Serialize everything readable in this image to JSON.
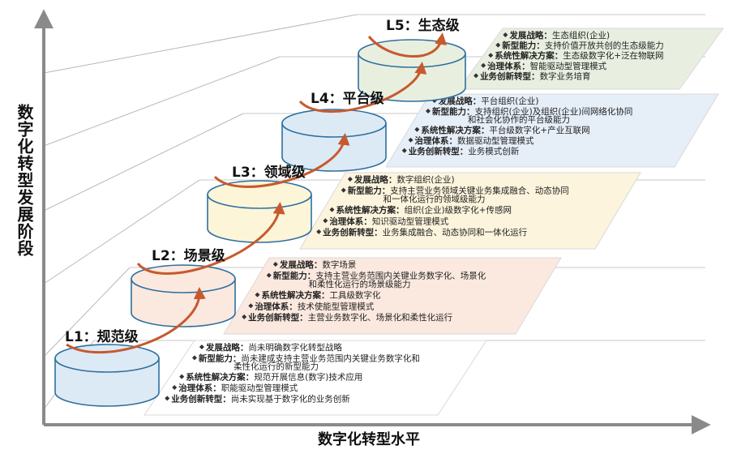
{
  "axes": {
    "y_title": "数字化转型发展阶段",
    "x_title": "数字化转型水平"
  },
  "levels": [
    {
      "title": "L1：规范级",
      "panel_color": "#ffffff",
      "disk_color": "#dceaf5",
      "items": [
        {
          "key": "发展战略：",
          "lines": [
            "尚未明确数字化转型战略"
          ]
        },
        {
          "key": "新型能力：",
          "lines": [
            "尚未建成支持主营业务范围内关键业务数字化和",
            "柔性化运行的新型能力"
          ]
        },
        {
          "key": "系统性解决方案：",
          "lines": [
            "规范开展信息(数字)技术应用"
          ]
        },
        {
          "key": "治理体系：",
          "lines": [
            "职能驱动型管理模式"
          ]
        },
        {
          "key": "业务创新转型：",
          "lines": [
            "尚未实现基于数字化的业务创新"
          ]
        }
      ]
    },
    {
      "title": "L2：场景级",
      "panel_color": "#fbe9df",
      "disk_color": "#fbe9df",
      "items": [
        {
          "key": "发展战略：",
          "lines": [
            "数字场景"
          ]
        },
        {
          "key": "新型能力：",
          "lines": [
            "支持主营业务范围内关键业务数字化、场景化",
            "和柔性化运行的场景级能力"
          ]
        },
        {
          "key": "系统性解决方案：",
          "lines": [
            "工具级数字化"
          ]
        },
        {
          "key": "治理体系：",
          "lines": [
            "技术使能型管理模式"
          ]
        },
        {
          "key": "业务创新转型：",
          "lines": [
            "主营业务数字化、场景化和柔性化运行"
          ]
        }
      ]
    },
    {
      "title": "L3：领域级",
      "panel_color": "#fcf4dc",
      "disk_color": "#fdf5d8",
      "items": [
        {
          "key": "发展战略：",
          "lines": [
            "数字组织(企业)"
          ]
        },
        {
          "key": "新型能力：",
          "lines": [
            "支持主营业务领域关键业务集成融合、动态协同",
            "和一体化运行的领域级能力"
          ]
        },
        {
          "key": "系统性解决方案：",
          "lines": [
            "组织(企业)级数字化+传感网"
          ]
        },
        {
          "key": "治理体系：",
          "lines": [
            "知识驱动型管理模式"
          ]
        },
        {
          "key": "业务创新转型：",
          "lines": [
            "业务集成融合、动态协同和一体化运行"
          ]
        }
      ]
    },
    {
      "title": "L4：平台级",
      "panel_color": "#e6eef8",
      "disk_color": "#dceaf5",
      "items": [
        {
          "key": "发展战略：",
          "lines": [
            "平台组织(企业)"
          ]
        },
        {
          "key": "新型能力：",
          "lines": [
            "支持组织(企业)及组织(企业)间网络化协同",
            "和社会化协作的平台级能力"
          ]
        },
        {
          "key": "系统性解决方案：",
          "lines": [
            "平台级数字化+产业互联网"
          ]
        },
        {
          "key": "治理体系：",
          "lines": [
            "数据驱动型管理模式"
          ]
        },
        {
          "key": "业务创新转型：",
          "lines": [
            "业务模式创新"
          ]
        }
      ]
    },
    {
      "title": "L5：生态级",
      "panel_color": "#e8efe0",
      "disk_color": "#e8efdf",
      "items": [
        {
          "key": "发展战略：",
          "lines": [
            "生态组织(企业)"
          ]
        },
        {
          "key": "新型能力：",
          "lines": [
            "支持价值开放共创的生态级能力"
          ]
        },
        {
          "key": "系统性解决方案：",
          "lines": [
            "生态级数字化+泛在物联网"
          ]
        },
        {
          "key": "治理体系：",
          "lines": [
            "智能驱动型管理模式"
          ]
        },
        {
          "key": "业务创新转型：",
          "lines": [
            "数字业务培育"
          ]
        }
      ]
    }
  ],
  "colors": {
    "axis": "#8a8a8a",
    "arrow": "#c65a2e",
    "disk_stroke": "#2e6f9e",
    "text": "#222222"
  }
}
